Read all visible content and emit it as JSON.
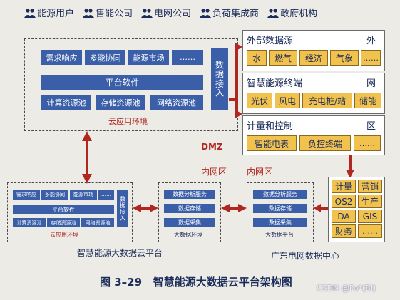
{
  "users": [
    "能源用户",
    "售能公司",
    "电网公司",
    "负荷集成商",
    "政府机构"
  ],
  "cloud_top": {
    "row1": [
      "需求响应",
      "多能协同",
      "能源市场",
      "……"
    ],
    "platform": "平台软件",
    "pools": [
      "计算资源池",
      "存储资源池",
      "网络资源池"
    ],
    "data_access": "数据接入",
    "env": "云应用环境"
  },
  "right_panels": {
    "external": {
      "title": "外部数据源",
      "side": "外",
      "items": [
        "水",
        "燃气",
        "经济",
        "气象",
        "……"
      ]
    },
    "terminals": {
      "title": "智慧能源终端",
      "side": "网",
      "items": [
        "光伏",
        "风电",
        "充电桩/站",
        "储能"
      ]
    },
    "metering": {
      "title": "计量和控制",
      "side": "区",
      "items": [
        "智能电表",
        "负控终端",
        "……"
      ]
    }
  },
  "zones": {
    "dmz": "DMZ",
    "inner_left": "内网区",
    "inner_right": "内网区"
  },
  "cloud_bottom": {
    "row1": [
      "需求响应",
      "多能协同",
      "能源市场",
      "……"
    ],
    "platform": "平台软件",
    "pools": [
      "计算资源池",
      "存储资源池",
      "网络资源池"
    ],
    "data_access": "数据接入",
    "env": "云应用环境",
    "title": "智慧能源大数据云平台"
  },
  "bigdata_left": {
    "items": [
      "数据分析服务",
      "数据存储",
      "数据采集"
    ],
    "label": "大数据环境"
  },
  "bigdata_right": {
    "items": [
      "数据分析服务",
      "数据存储",
      "数据采集"
    ],
    "label": "大数据平台"
  },
  "sys_grid": [
    "计量",
    "营销",
    "OS2",
    "生产",
    "DA",
    "GIS",
    "财务",
    "……"
  ],
  "dc_title": "广东电网数据中心",
  "caption": "图 3–29   智慧能源大数据云平台架构图",
  "watermark": "CSDN @Fo*(Bi)",
  "colors": {
    "accent": "#3a5fa8",
    "gold": "#f2c24e",
    "red": "#b02620"
  }
}
